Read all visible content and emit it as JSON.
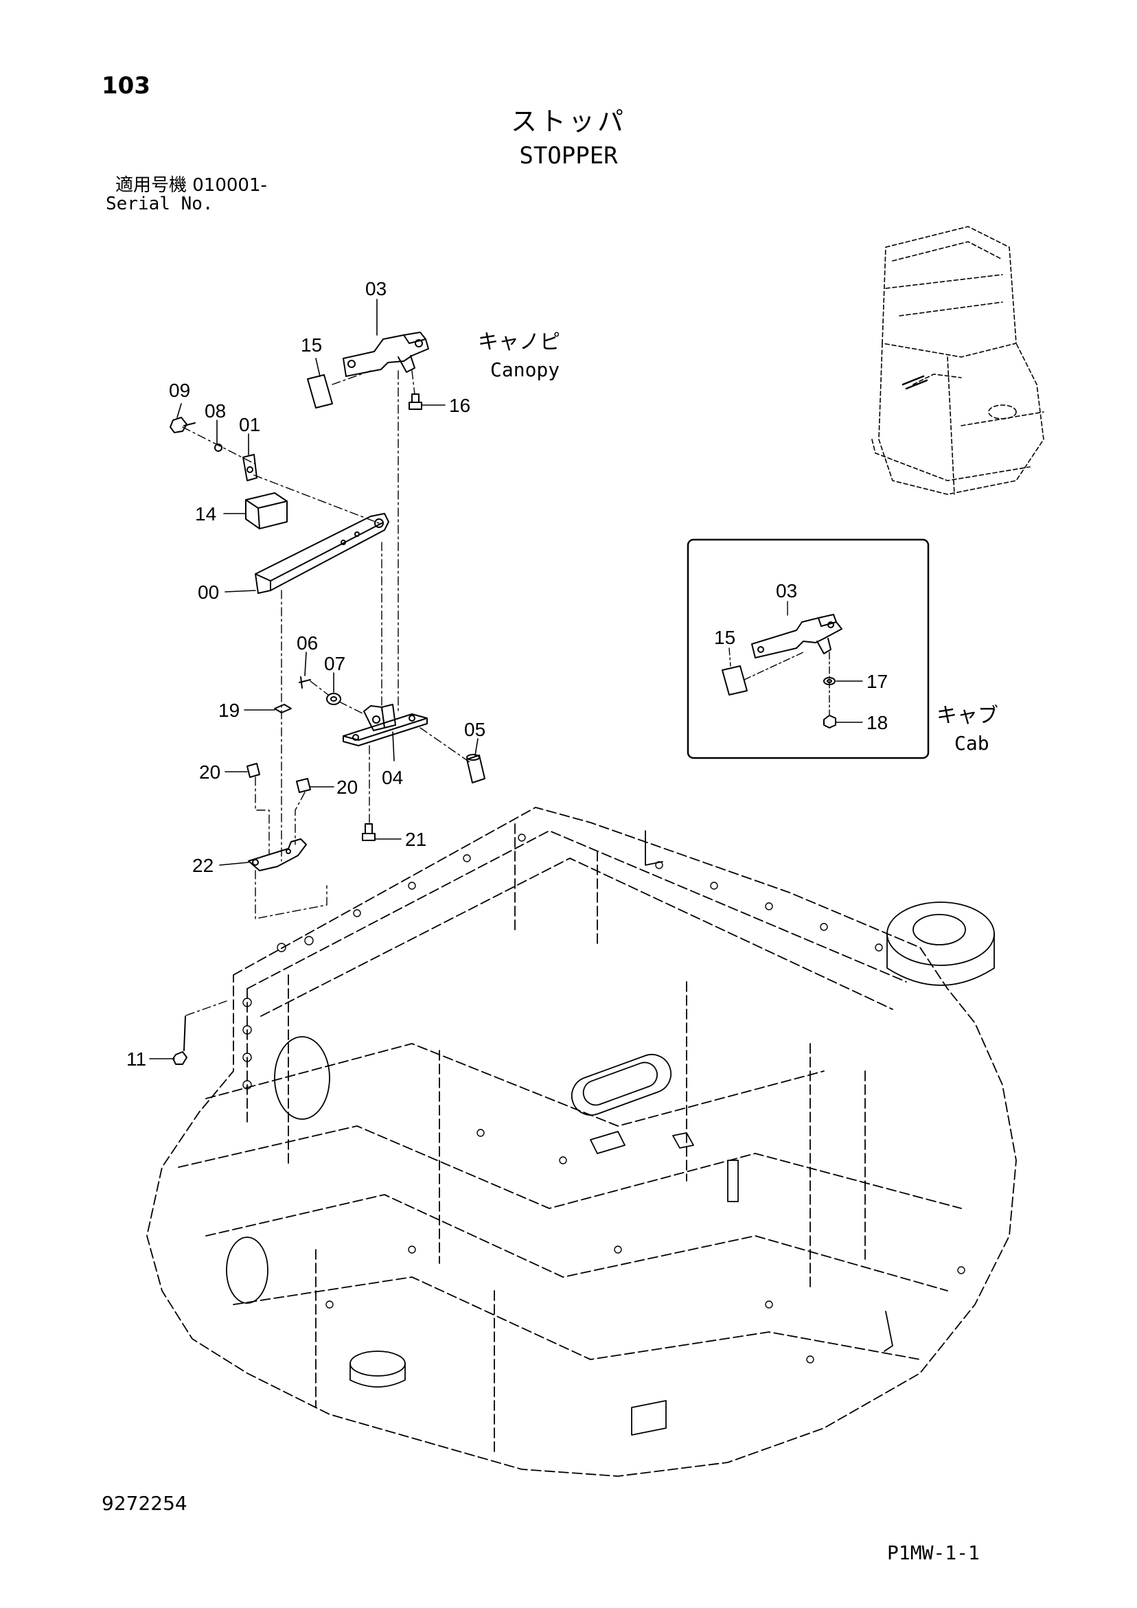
{
  "header": {
    "page_number": "103",
    "title_jp": "ストッパ",
    "title_en": "STOPPER",
    "serial_label_jp": "適用号機  010001-",
    "serial_label_en": "Serial No."
  },
  "footer": {
    "drawing_number": "9272254",
    "page_code": "P1MW-1-1"
  },
  "main_view": {
    "variant_label_jp": "キャノピ",
    "variant_label_en": "Canopy",
    "callouts": [
      "03",
      "15",
      "16",
      "09",
      "08",
      "01",
      "14",
      "00",
      "06",
      "07",
      "19",
      "05",
      "04",
      "20",
      "20",
      "21",
      "22",
      "11"
    ]
  },
  "inset_view": {
    "variant_label_jp": "キャブ",
    "variant_label_en": "Cab",
    "callouts": [
      "03",
      "15",
      "17",
      "18"
    ]
  },
  "colors": {
    "line": "#000000",
    "background": "#ffffff"
  }
}
